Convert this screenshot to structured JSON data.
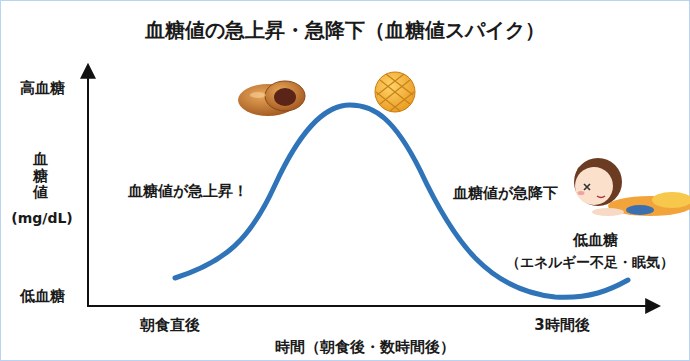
{
  "diagram": {
    "title": "血糖値の急上昇・急降下（血糖値スパイク）",
    "labels": [
      "高血糖",
      "血糖値",
      "(mg/dL)",
      "低血糖",
      "血糖値が急上昇！",
      "血糖値が急降下",
      "低血糖",
      "（エネルギー不足・眠気）",
      "朝食直後",
      "3時間後",
      "時間（朝食後・数時間後）"
    ]
  }
}
